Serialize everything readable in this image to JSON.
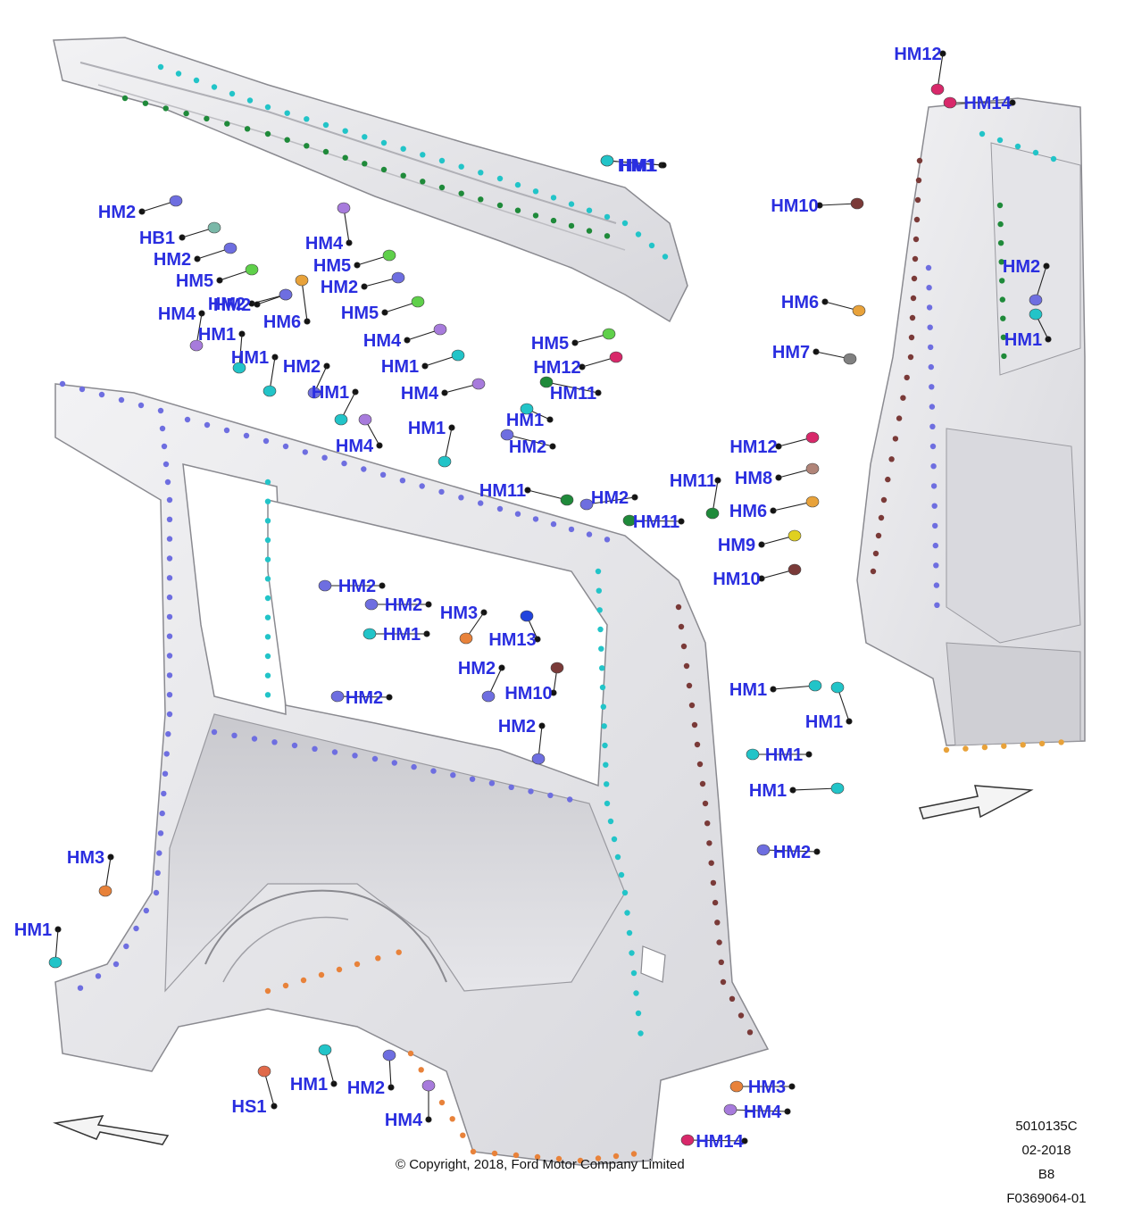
{
  "legend_colors": {
    "HM1": "#22c4c8",
    "HM2": "#6e6ee0",
    "HM3": "#e8823a",
    "HM4": "#a77bdc",
    "HM5": "#5fd04a",
    "HM6": "#e8a23a",
    "HM7": "#808080",
    "HM8": "#b08478",
    "HM9": "#e0d020",
    "HM10": "#7a3a38",
    "HM11": "#1f8a3a",
    "HM12": "#d8286a",
    "HM13": "#2244dd",
    "HM14": "#d8286a",
    "HB1": "#7ab8a8",
    "HS1": "#e06a4a"
  },
  "callouts": [
    {
      "label": "HM1"
    },
    {
      "label": "HM2"
    },
    {
      "label": "HB1"
    },
    {
      "label": "HM2"
    },
    {
      "label": "HM5"
    },
    {
      "label": "HM2"
    },
    {
      "label": "HM6"
    },
    {
      "label": "HM4"
    },
    {
      "label": "HM5"
    },
    {
      "label": "HM2"
    },
    {
      "label": "HM5"
    },
    {
      "label": "HM4"
    },
    {
      "label": "HM1"
    },
    {
      "label": "HM4"
    },
    {
      "label": "HM1"
    },
    {
      "label": "HM2"
    },
    {
      "label": "HM5"
    },
    {
      "label": "HM12"
    },
    {
      "label": "HM11"
    },
    {
      "label": "HM1"
    },
    {
      "label": "HM4"
    },
    {
      "label": "HM1"
    },
    {
      "label": "HM1"
    },
    {
      "label": "HM2"
    },
    {
      "label": "HM1"
    },
    {
      "label": "HM4"
    },
    {
      "label": "HM1"
    },
    {
      "label": "HM11"
    },
    {
      "label": "HM2"
    },
    {
      "label": "HM11"
    },
    {
      "label": "HM11"
    },
    {
      "label": "HM2"
    },
    {
      "label": "HM2"
    },
    {
      "label": "HM1"
    },
    {
      "label": "HM3"
    },
    {
      "label": "HM13"
    },
    {
      "label": "HM10"
    },
    {
      "label": "HM2"
    },
    {
      "label": "HM2"
    },
    {
      "label": "HM2"
    },
    {
      "label": "HM1"
    },
    {
      "label": "HM1"
    },
    {
      "label": "HM2"
    },
    {
      "label": "HM3"
    },
    {
      "label": "HM1"
    },
    {
      "label": "HS1"
    },
    {
      "label": "HM1"
    },
    {
      "label": "HM2"
    },
    {
      "label": "HM4"
    },
    {
      "label": "HM3"
    },
    {
      "label": "HM4"
    },
    {
      "label": "HM14"
    },
    {
      "label": "HM12"
    },
    {
      "label": "HM14"
    },
    {
      "label": "HM10"
    },
    {
      "label": "HM2"
    },
    {
      "label": "HM1"
    },
    {
      "label": "HM6"
    },
    {
      "label": "HM7"
    },
    {
      "label": "HM12"
    },
    {
      "label": "HM8"
    },
    {
      "label": "HM6"
    },
    {
      "label": "HM9"
    },
    {
      "label": "HM10"
    },
    {
      "label": "HM1"
    },
    {
      "label": "HM1"
    },
    {
      "label": "HM2"
    }
  ],
  "footer": {
    "copyright": "© Copyright, 2018, Ford Motor Company Limited",
    "code": "5010135C",
    "date": "02-2018",
    "rev": "B8",
    "figure": "F0369064-01"
  }
}
